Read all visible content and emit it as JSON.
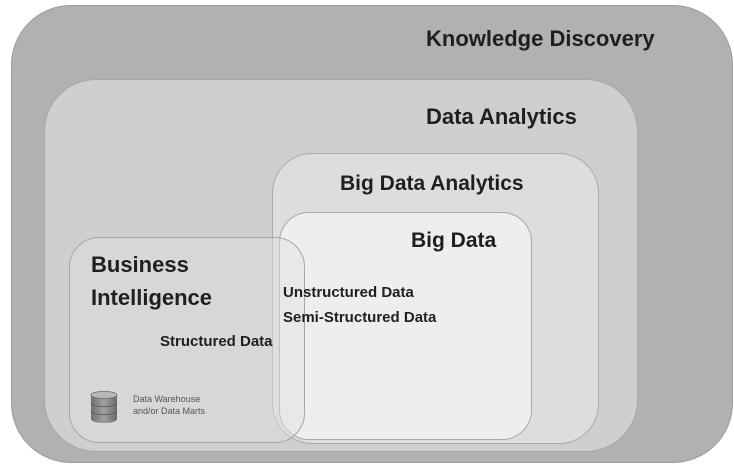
{
  "diagram": {
    "knowledge_discovery": {
      "label": "Knowledge Discovery"
    },
    "data_analytics": {
      "label": "Data Analytics"
    },
    "big_data_analytics": {
      "label": "Big Data Analytics"
    },
    "big_data": {
      "label": "Big Data",
      "items": [
        "Unstructured Data",
        "Semi-Structured Data"
      ]
    },
    "business_intelligence": {
      "label_lines": [
        "Business",
        "Intelligence"
      ],
      "item": "Structured Data",
      "storage": {
        "icon": "database-icon",
        "caption_lines": [
          "Data Warehouse",
          "and/or Data Marts"
        ]
      }
    }
  }
}
